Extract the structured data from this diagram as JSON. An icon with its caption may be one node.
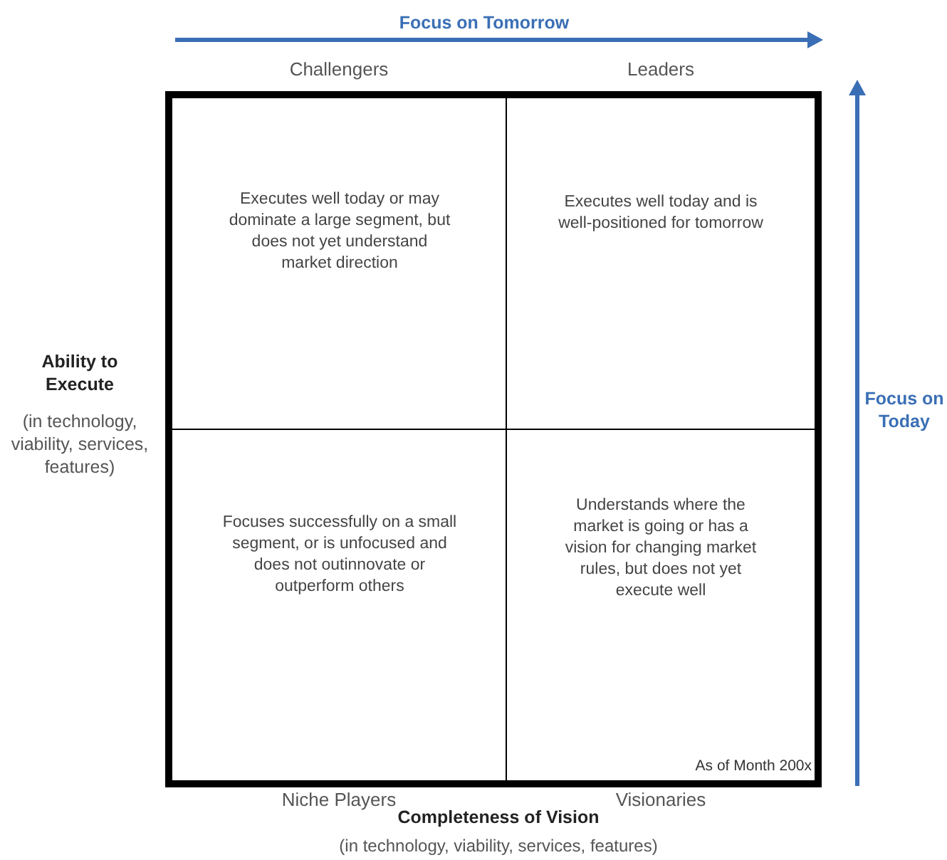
{
  "diagram": {
    "nodes": [
      {
        "text": [],
        "shape": "box"
      },
      {
        "text": [
          "Challengers",
          "Executes well today or may dominate a large segment, but does not yet understand market direction"
        ],
        "in": 0
      },
      {
        "text": [
          "Leaders",
          "Executes well today and is well-positioned for tomorrow"
        ],
        "in": 0
      },
      {
        "text": [
          "Focuses successfully on a small segment, or is unfocused and does not outinnovate or outperform others",
          "Niche Players"
        ],
        "in": 0
      },
      {
        "text": [
          "Understands where the market is going or has a vision for changing market rules, but does not yet execute well",
          "Visionaries"
        ],
        "in": 0
      }
    ],
    "labels": [
      "Focus on Tomorrow",
      "Ability to Execute",
      "(in technology, viability, services, features)",
      "Focus on Today",
      "As of Month 200x",
      "Completeness of Vision",
      "(in technology, viability, services, features)"
    ]
  }
}
